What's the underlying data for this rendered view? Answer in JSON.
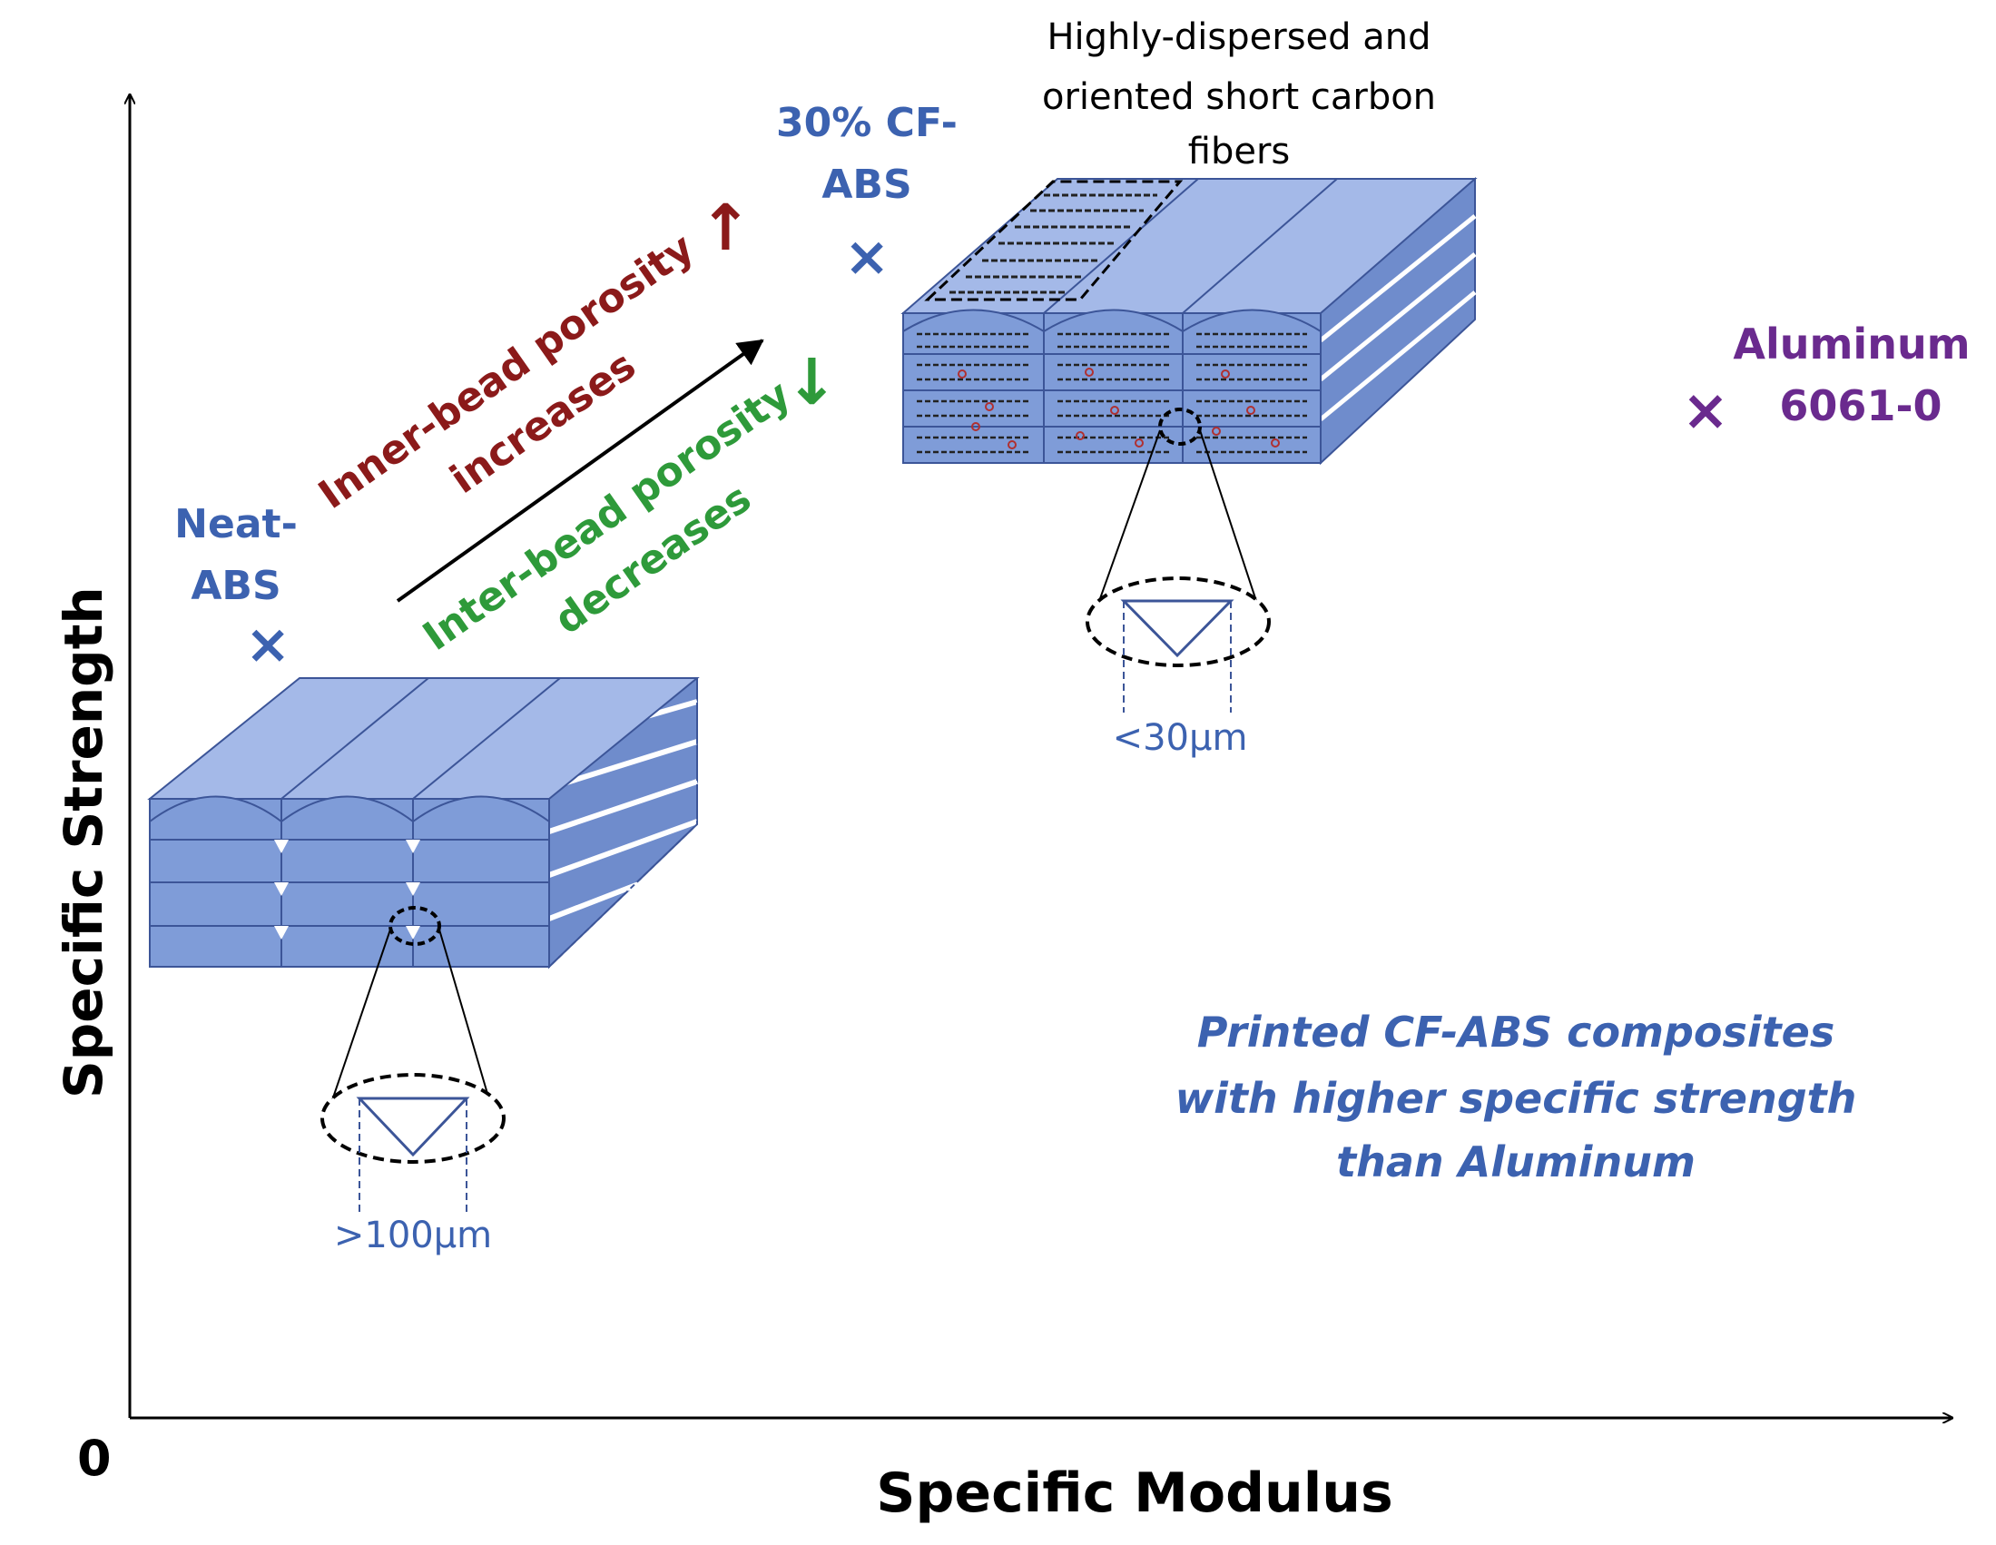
{
  "axes": {
    "x_label": "Specific Modulus",
    "y_label": "Specific Strength",
    "origin": "0"
  },
  "points": {
    "neat_abs": {
      "label_line1": "Neat-",
      "label_line2": "ABS",
      "marker": "×"
    },
    "cf_abs": {
      "label_line1": "30% CF-",
      "label_line2": "ABS",
      "marker": "×"
    },
    "aluminum": {
      "label_line1": "Aluminum",
      "label_line2": "6061-0",
      "marker": "×"
    }
  },
  "annotations": {
    "inner_bead_line1": "Inner-bead porosity",
    "inner_bead_line2": "increases",
    "up_arrow": "↑",
    "inter_bead_line1": "Inter-bead porosity",
    "inter_bead_line2": "decreases",
    "down_arrow": "↓",
    "fibers_line1": "Highly-dispersed and",
    "fibers_line2": "oriented short carbon",
    "fibers_line3": "fibers",
    "gap_neat": ">100µm",
    "gap_cf": "<30µm",
    "conclusion_line1": "Printed CF-ABS composites",
    "conclusion_line2": "with higher specific strength",
    "conclusion_line3": "than Aluminum"
  },
  "colors": {
    "blue_text": "#3c62b0",
    "red_text": "#8b1a1a",
    "green_text": "#2e9a3a",
    "purple": "#6a2a8e",
    "bead_fill": "#7f9cd8",
    "bead_top": "#a4b9e8",
    "bead_stroke": "#3c5598"
  }
}
